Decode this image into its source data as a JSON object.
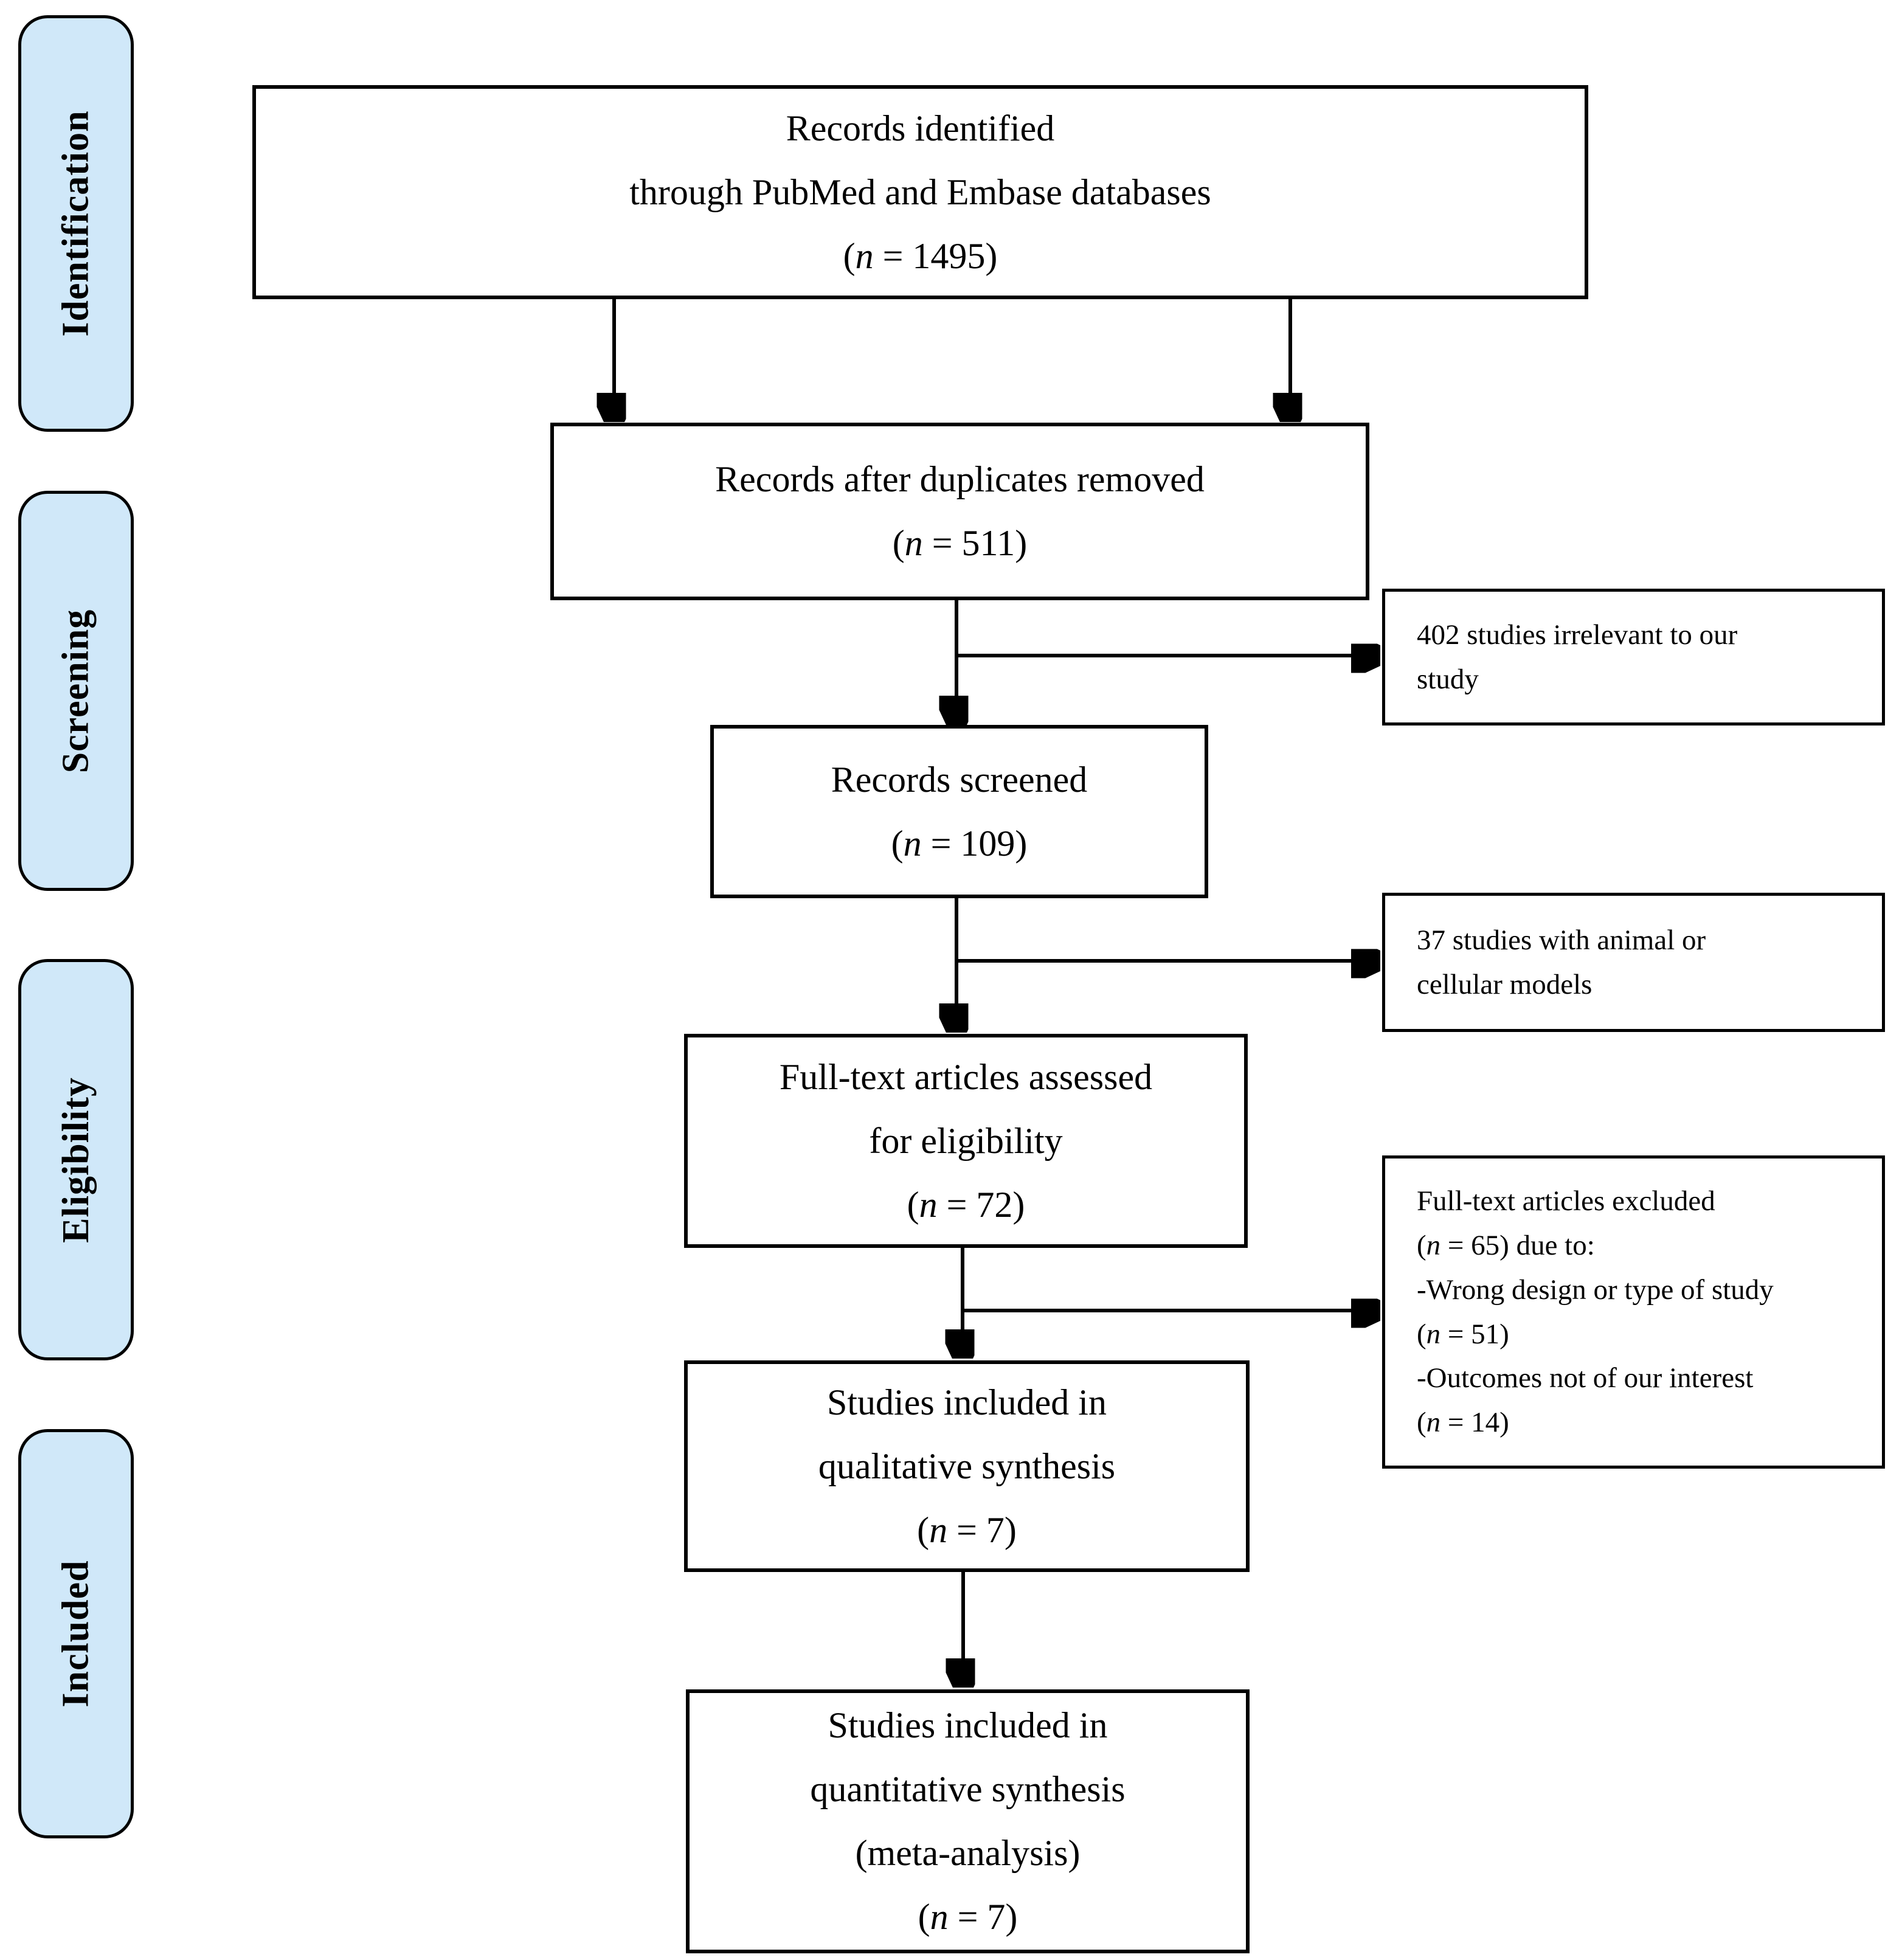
{
  "stages": [
    {
      "label": "Identification"
    },
    {
      "label": "Screening"
    },
    {
      "label": "Eligibility"
    },
    {
      "label": "Included"
    }
  ],
  "colors": {
    "stage_fill": "#d0e8f9",
    "stage_border": "#000000",
    "box_border": "#000000",
    "arrow": "#000000"
  },
  "boxes": {
    "identified": {
      "lines": [
        "Records identified",
        "through PubMed and Embase databases",
        "(n = 1495)"
      ]
    },
    "deduplicated": {
      "lines": [
        "Records after duplicates removed",
        "(n = 511)"
      ]
    },
    "screened": {
      "lines": [
        "Records screened",
        "(n = 109)"
      ]
    },
    "fulltext_assessed": {
      "lines": [
        "Full-text articles assessed",
        "for eligibility",
        "(n = 72)"
      ]
    },
    "qualitative": {
      "lines": [
        "Studies included in",
        "qualitative synthesis",
        "(n = 7)"
      ]
    },
    "quantitative": {
      "lines": [
        "Studies included in",
        "quantitative synthesis",
        "(meta-analysis)",
        "(n = 7)"
      ]
    },
    "excluded_irrelevant": {
      "lines": [
        "402 studies irrelevant to our",
        "study"
      ]
    },
    "excluded_models": {
      "lines": [
        "37 studies with animal or",
        "cellular models"
      ]
    },
    "excluded_fulltext": {
      "lines": [
        "Full-text articles excluded",
        "(n = 65) due to:",
        "-Wrong design or type of study",
        "(n = 51)",
        "-Outcomes not of our interest",
        "(n = 14)"
      ]
    }
  }
}
